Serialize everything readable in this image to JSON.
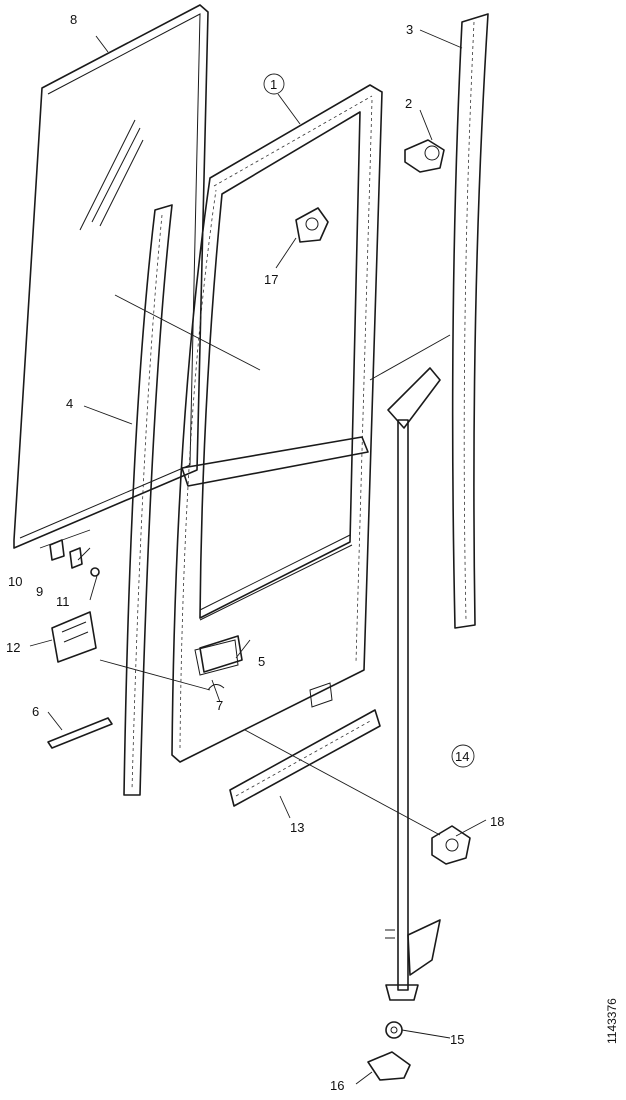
{
  "callouts": {
    "c1": "1",
    "c2": "2",
    "c3": "3",
    "c4": "4",
    "c5": "5",
    "c6": "6",
    "c7": "7",
    "c8": "8",
    "c9": "9",
    "c10": "10",
    "c11": "11",
    "c12": "12",
    "c13": "13",
    "c14": "14",
    "c15": "15",
    "c16": "16",
    "c17": "17",
    "c18": "18"
  },
  "reference_number": "1143376"
}
